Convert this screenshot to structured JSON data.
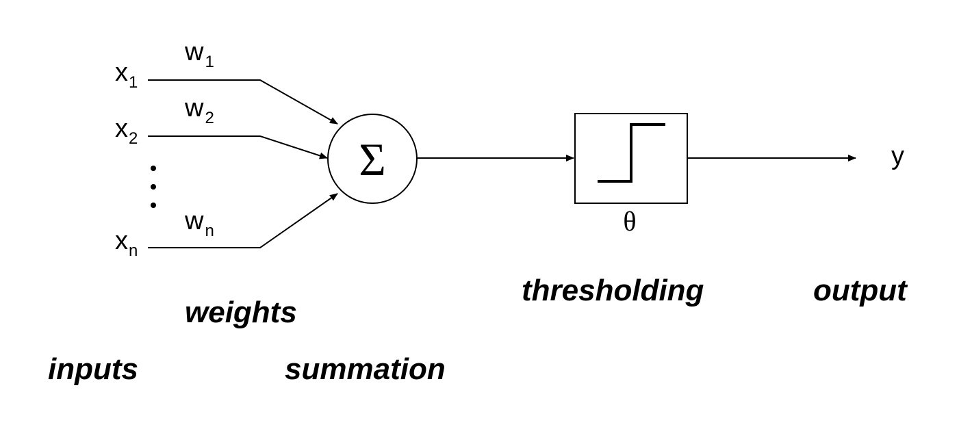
{
  "inputs": [
    {
      "base": "x",
      "sub": "1"
    },
    {
      "base": "x",
      "sub": "2"
    },
    {
      "base": "x",
      "sub": "n"
    }
  ],
  "weights": [
    {
      "base": "w",
      "sub": "1"
    },
    {
      "base": "w",
      "sub": "2"
    },
    {
      "base": "w",
      "sub": "n"
    }
  ],
  "ellipsis_dots": 3,
  "summation_symbol": "Σ",
  "threshold_symbol": "θ",
  "output_symbol": "y",
  "captions": {
    "inputs": "inputs",
    "weights": "weights",
    "summation": "summation",
    "thresholding": "thresholding",
    "output": "output"
  }
}
